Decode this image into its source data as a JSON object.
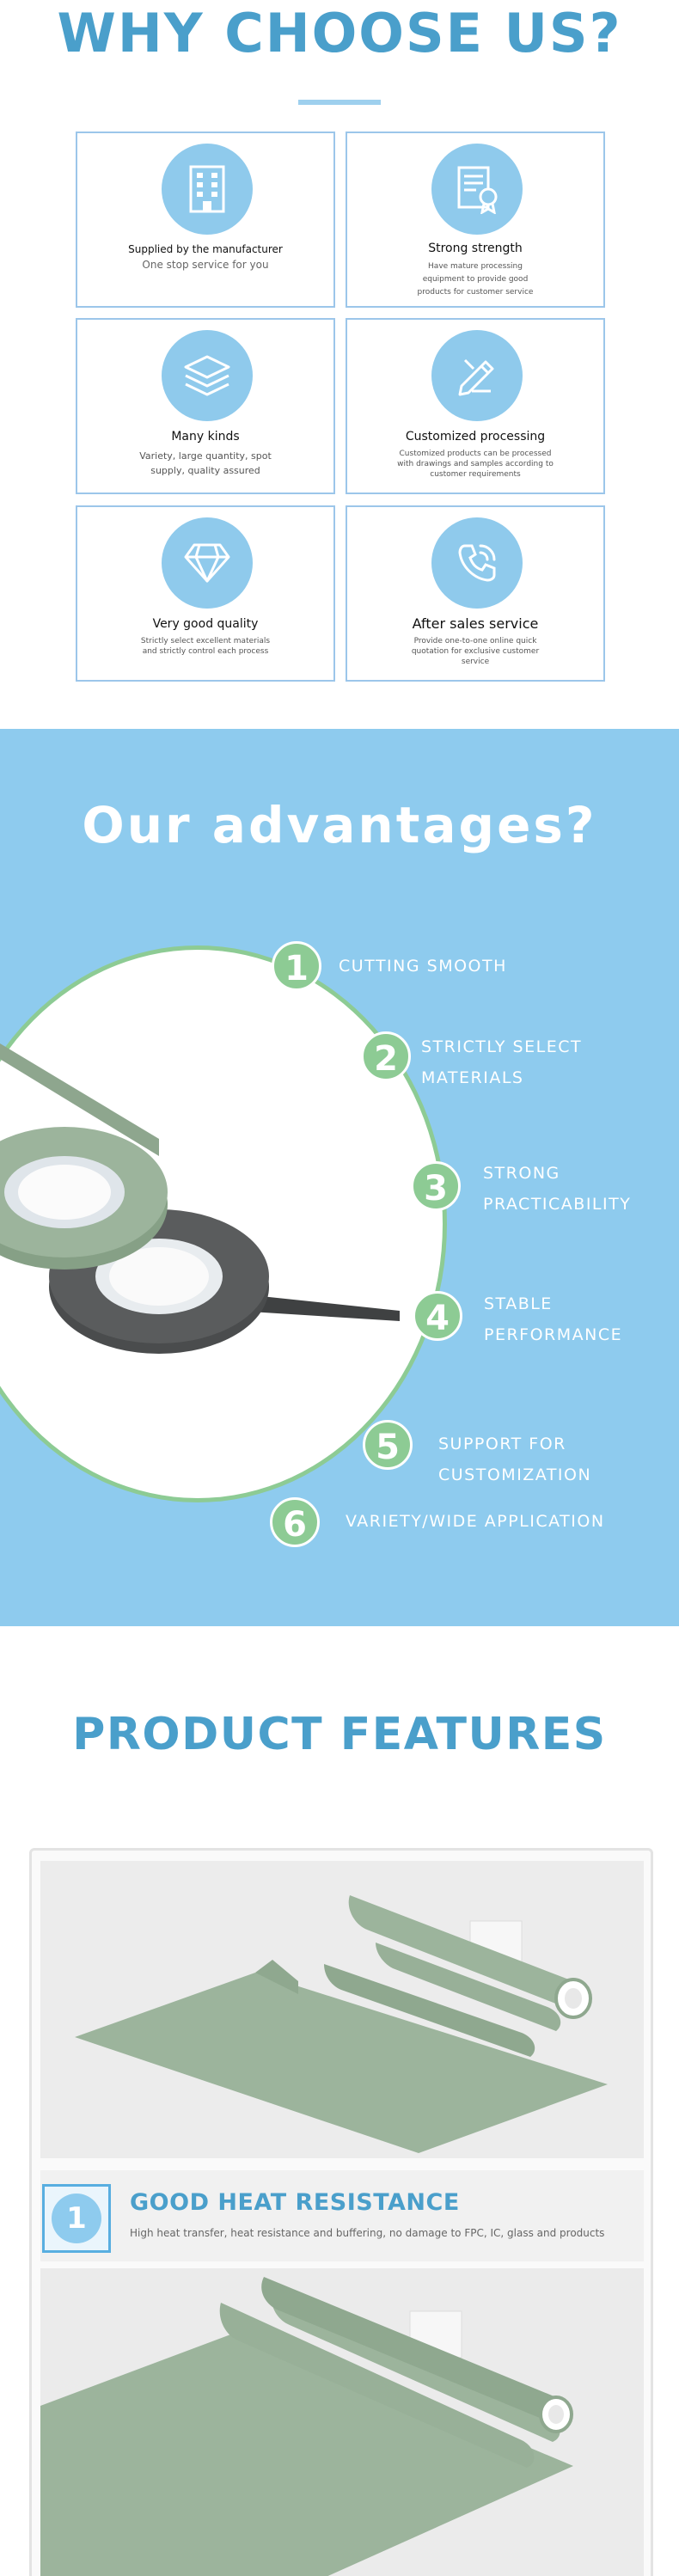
{
  "why": {
    "title": "WHY CHOOSE US?",
    "cards": [
      {
        "title": "Supplied by the manufacturer",
        "desc": "One stop service for you",
        "icon": "building-icon"
      },
      {
        "title": "Strong strength",
        "desc": "Have mature processing equipment to provide good products for customer service",
        "icon": "certificate-icon"
      },
      {
        "title": "Many kinds",
        "desc": "Variety, large quantity, spot supply, quality assured",
        "icon": "layers-icon"
      },
      {
        "title": "Customized processing",
        "desc": "Customized products can be processed with drawings and samples according to customer requirements",
        "icon": "pencil-ruler-icon"
      },
      {
        "title": "Very good quality",
        "desc": "Strictly select excellent materials and strictly control each process",
        "icon": "diamond-icon"
      },
      {
        "title": "After sales service",
        "desc": "Provide one-to-one online quick quotation for exclusive customer service",
        "icon": "phone-icon"
      }
    ]
  },
  "advantages": {
    "title": "Our advantages?",
    "items": [
      {
        "num": "1",
        "label": "CUTTING SMOOTH"
      },
      {
        "num": "2",
        "label": "STRICTLY SELECT MATERIALS"
      },
      {
        "num": "3",
        "label": "STRONG PRACTICABILITY"
      },
      {
        "num": "4",
        "label": "STABLE PERFORMANCE"
      },
      {
        "num": "5",
        "label": "SUPPORT FOR CUSTOMIZATION"
      },
      {
        "num": "6",
        "label": "VARIETY/WIDE APPLICATION"
      }
    ]
  },
  "features": {
    "title": "PRODUCT FEATURES",
    "items": [
      {
        "num": "1",
        "title": "GOOD HEAT RESISTANCE",
        "desc": "High heat transfer, heat resistance and buffering, no damage to FPC, IC, glass and products"
      }
    ]
  },
  "colors": {
    "accent_blue": "#4a9fcb",
    "light_blue": "#8ecbee",
    "green": "#8dcb94",
    "product_green": "#9cb49c",
    "tape_dark": "#4a4c4d"
  }
}
